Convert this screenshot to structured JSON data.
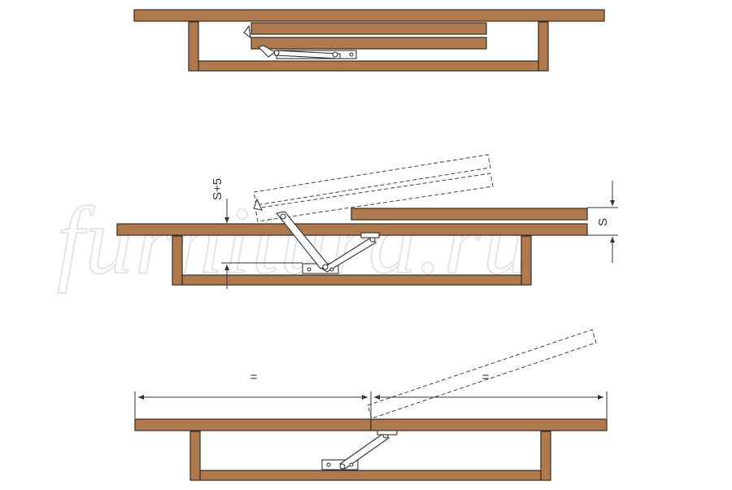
{
  "watermark": "furnitura.ru",
  "labels": {
    "s_plus_5": "S+5",
    "s": "S",
    "equal_left": "=",
    "equal_right": "="
  },
  "colors": {
    "wood_fill": "#b07a4f",
    "wood_edge": "#3a2a1e",
    "line": "#333333",
    "dash": "#444444",
    "watermark": "#e6e6e6",
    "background": "#ffffff"
  }
}
